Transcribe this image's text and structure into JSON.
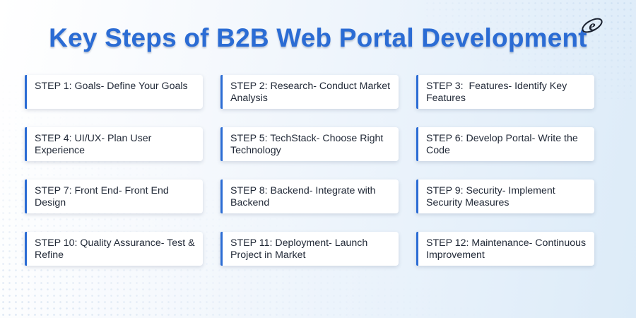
{
  "title": "Key Steps of B2B Web Portal Development",
  "logo_letter": "e",
  "colors": {
    "title": "#2b6cd4",
    "accent": "#2b6cd4",
    "text": "#222a38"
  },
  "icons": {
    "logo": "brand-e-logo-icon"
  },
  "steps": [
    {
      "label": "STEP 1: Goals- Define Your Goals"
    },
    {
      "label": "STEP 2: Research- Conduct Market Analysis"
    },
    {
      "label": "STEP 3:  Features- Identify Key Features"
    },
    {
      "label": "STEP 4: UI/UX- Plan User Experience"
    },
    {
      "label": "STEP 5: TechStack- Choose Right Technology"
    },
    {
      "label": "STEP 6: Develop Portal- Write the Code"
    },
    {
      "label": "STEP 7: Front End- Front End Design"
    },
    {
      "label": "STEP 8: Backend- Integrate with Backend"
    },
    {
      "label": "STEP 9: Security- Implement Security Measures"
    },
    {
      "label": "STEP 10: Quality Assurance- Test & Refine"
    },
    {
      "label": "STEP 11: Deployment- Launch Project in Market"
    },
    {
      "label": "STEP 12: Maintenance- Continuous Improvement"
    }
  ]
}
